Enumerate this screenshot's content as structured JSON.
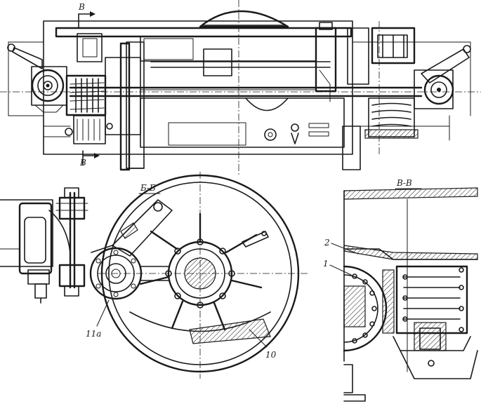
{
  "labels": {
    "section_mark_top": "В",
    "section_mark_bottom": "В",
    "view_bb": "Б-Б",
    "view_vv": "В-В",
    "part_1": "1",
    "part_2": "2",
    "part_11a": "11а",
    "part_10": "10"
  }
}
